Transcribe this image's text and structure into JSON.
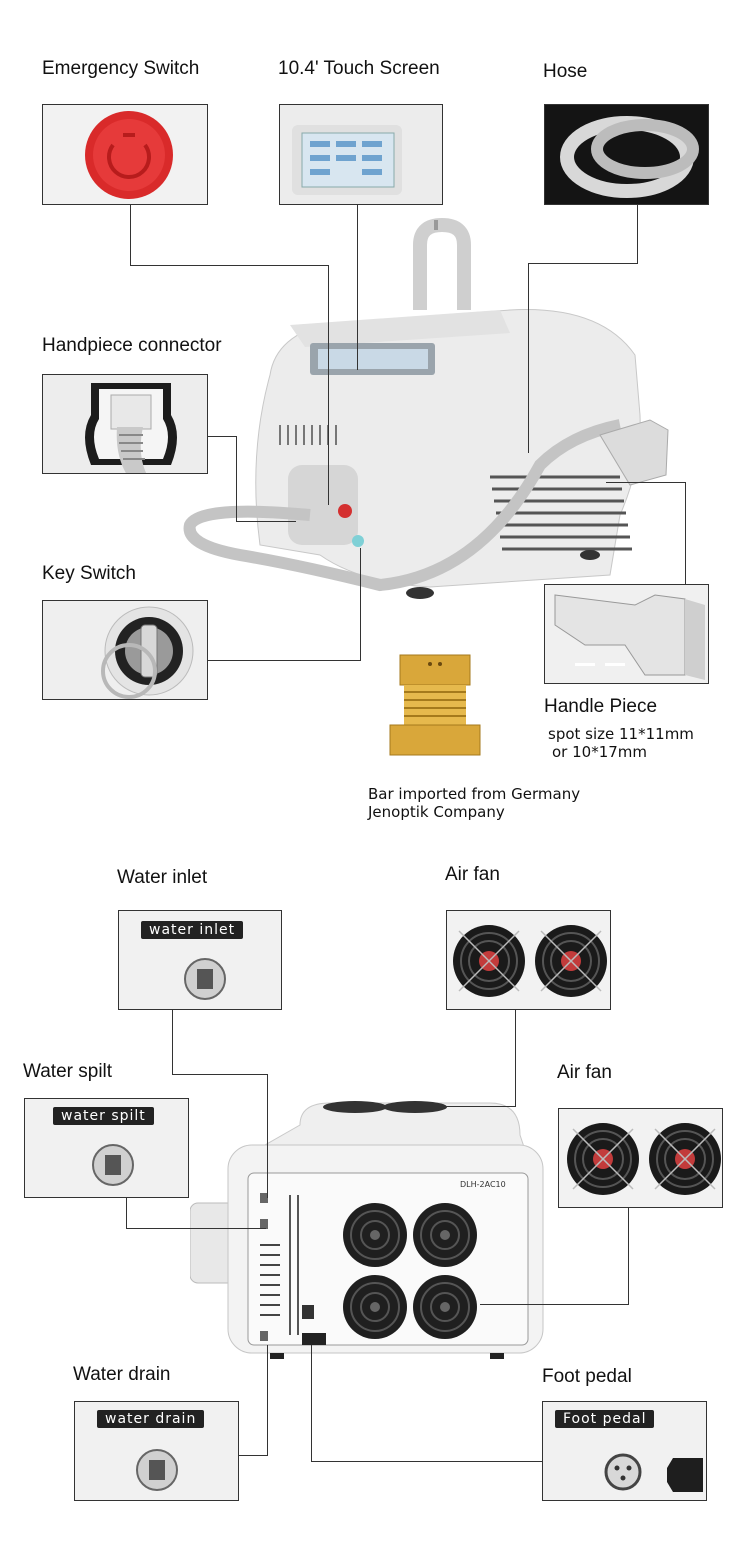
{
  "top": {
    "emergency_switch": "Emergency Switch",
    "touch_screen": "10.4' Touch Screen",
    "hose": "Hose",
    "handpiece_connector": "Handpiece connector",
    "key_switch": "Key Switch",
    "handle_piece": "Handle Piece",
    "spot_size_1": "spot size 11*11mm",
    "spot_size_2": "or 10*17mm",
    "bar_1": "Bar imported from Germany",
    "bar_2": "Jenoptik Company"
  },
  "bottom": {
    "water_inlet": "Water inlet",
    "water_inlet_tag": "water inlet",
    "air_fan_top": "Air fan",
    "water_spilt": "Water spilt",
    "water_spilt_tag": "water spilt",
    "air_fan_right": "Air fan",
    "water_drain": "Water drain",
    "water_drain_tag": "water drain",
    "foot_pedal": "Foot pedal",
    "foot_pedal_tag": "Foot pedal",
    "model_plate": "DLH-2AC10",
    "rear_water_inlet": "water inlet",
    "rear_water_spilt": "water spilt",
    "rear_water_drain": "water drain",
    "rear_foot_pedal": "Foot pedal"
  }
}
